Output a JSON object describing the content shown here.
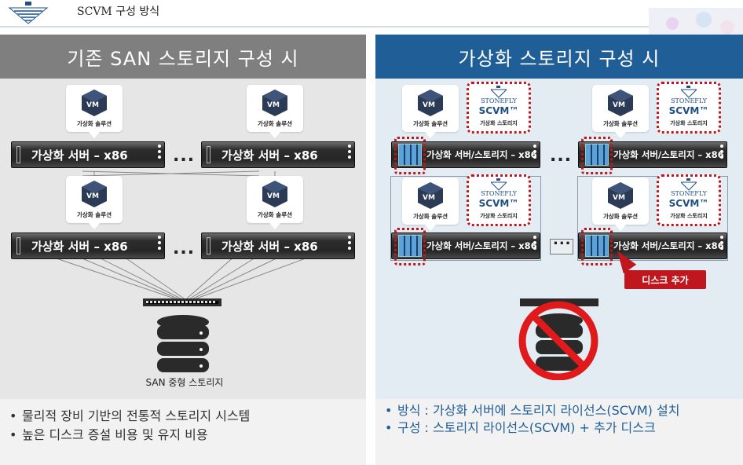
{
  "header": {
    "title": "SCVM 구성 방식"
  },
  "left": {
    "heading": "기존 SAN 스토리지 구성 시",
    "vm_caption": "가상화 솔루션",
    "server_label": "가상화 서버 – x86",
    "ellipsis": "...",
    "storage_label": "SAN 중형 스토리지",
    "bullets": [
      "물리적 장비 기반의 전통적 스토리지 시스템",
      "높은 디스크 증설 비용 및 유지 비용"
    ]
  },
  "right": {
    "heading": "가상화 스토리지 구성 시",
    "vm_caption": "가상화 솔루션",
    "scvm_brand": "STONEFLY",
    "scvm_name": "SCVM™",
    "scvm_caption": "가상화 스토리지",
    "server_label": "가상화 서버/스토리지 – x86",
    "ellipsis": "...",
    "add_disk_label": "디스크 추가",
    "bullets": [
      "방식 : 가상화 서버에 스토리지 라이선스(SCVM) 설치",
      "구성 : 스토리지 라이선스(SCVM) + 추가 디스크"
    ]
  },
  "colors": {
    "left_header": "#7f7f7f",
    "right_header": "#1f5e96",
    "accent_red": "#c0161e"
  }
}
